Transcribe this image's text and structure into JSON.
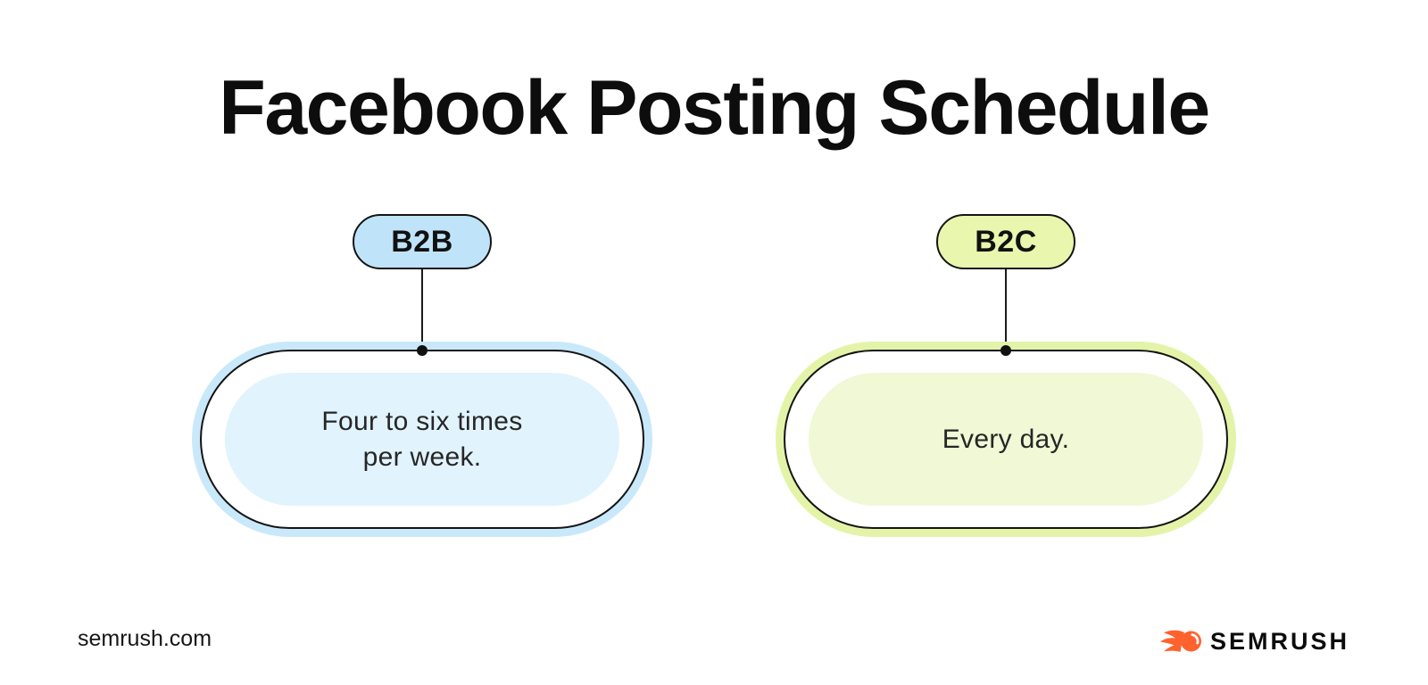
{
  "title": "Facebook Posting Schedule",
  "columns": [
    {
      "id": "b2b",
      "label": "B2B",
      "schedule_lines": [
        "Four to six times",
        "per week."
      ],
      "colors": {
        "pill_fill": "#bfe4f9",
        "glow": "#c9e9fb",
        "inner_fill": "#e1f3fc",
        "outline": "#141414"
      }
    },
    {
      "id": "b2c",
      "label": "B2C",
      "schedule_lines": [
        "Every day."
      ],
      "colors": {
        "pill_fill": "#e9f6ad",
        "glow": "#e3f4a9",
        "inner_fill": "#f0f8d5",
        "outline": "#141414"
      }
    }
  ],
  "footer": {
    "source": "semrush.com",
    "brand_wordmark": "SEMRUSH",
    "brand_icon": "semrush-flame-icon",
    "brand_color": "#ff622d"
  }
}
